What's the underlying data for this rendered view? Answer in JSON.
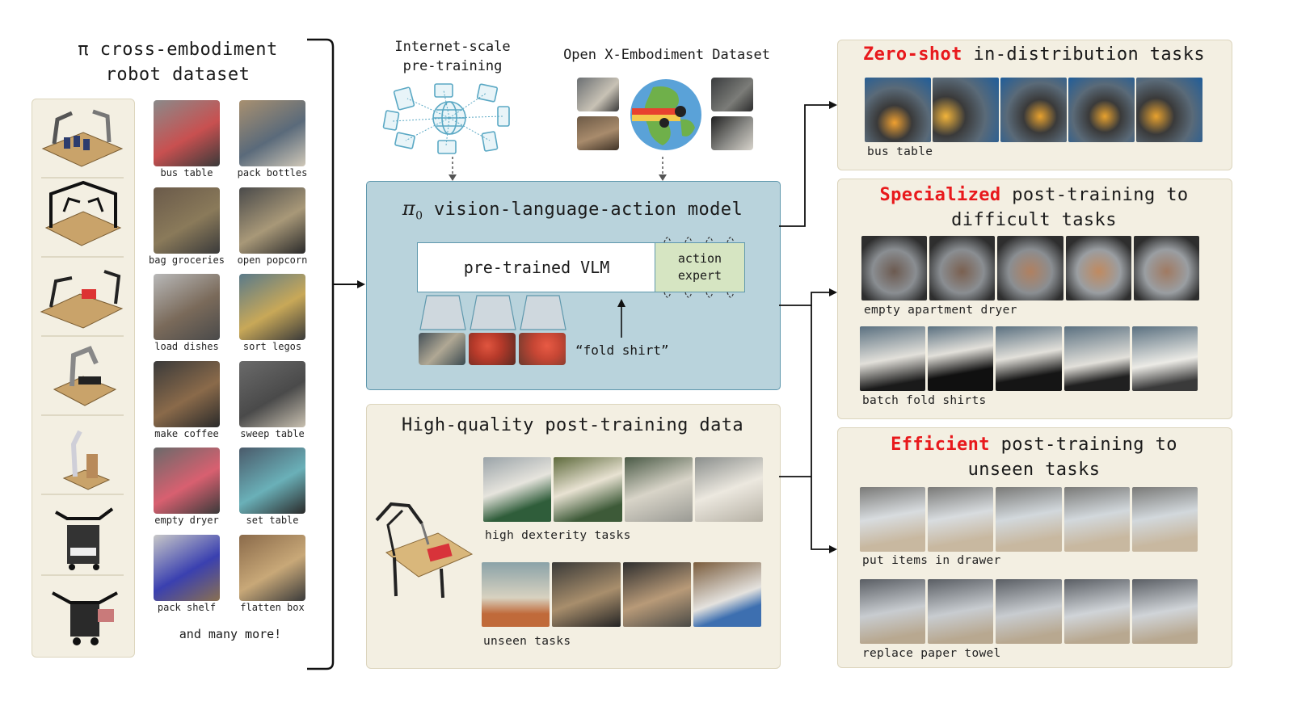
{
  "left": {
    "title_line1": "π cross-embodiment",
    "title_line2": "robot dataset",
    "tasks": [
      {
        "label": "bus table"
      },
      {
        "label": "pack bottles"
      },
      {
        "label": "bag groceries"
      },
      {
        "label": "open popcorn"
      },
      {
        "label": "load dishes"
      },
      {
        "label": "sort legos"
      },
      {
        "label": "make coffee"
      },
      {
        "label": "sweep table"
      },
      {
        "label": "empty dryer"
      },
      {
        "label": "set table"
      },
      {
        "label": "pack shelf"
      },
      {
        "label": "flatten box"
      }
    ],
    "footer": "and many more!"
  },
  "center": {
    "internet_line1": "Internet-scale",
    "internet_line2": "pre-training",
    "oxe_label": "Open X-Embodiment Dataset",
    "model_title": "vision-language-action model",
    "model_symbol": "π",
    "model_subscript": "0",
    "vlm_label": "pre-trained VLM",
    "expert_line1": "action",
    "expert_line2": "expert",
    "prompt": "“fold shirt”",
    "posttrain_title": "High-quality post-training data",
    "dexterity_label": "high dexterity tasks",
    "unseen_label": "unseen tasks"
  },
  "right": {
    "zeroshot": {
      "highlight": "Zero-shot",
      "rest": " in-distribution tasks",
      "example": "bus table"
    },
    "specialized": {
      "highlight": "Specialized",
      "rest_line1": " post-training to",
      "line2": "difficult tasks",
      "examples": [
        "empty apartment dryer",
        "batch fold shirts"
      ]
    },
    "efficient": {
      "highlight": "Efficient",
      "rest_line1": " post-training to",
      "line2": "unseen tasks",
      "examples": [
        "put items in drawer",
        "replace paper towel"
      ]
    }
  },
  "colors": {
    "accent_red": "#e8191c",
    "model_bg": "#b9d3dc",
    "model_border": "#5f98ad",
    "expert_bg": "#d6e5c2",
    "panel_bg": "#f3efe2"
  }
}
